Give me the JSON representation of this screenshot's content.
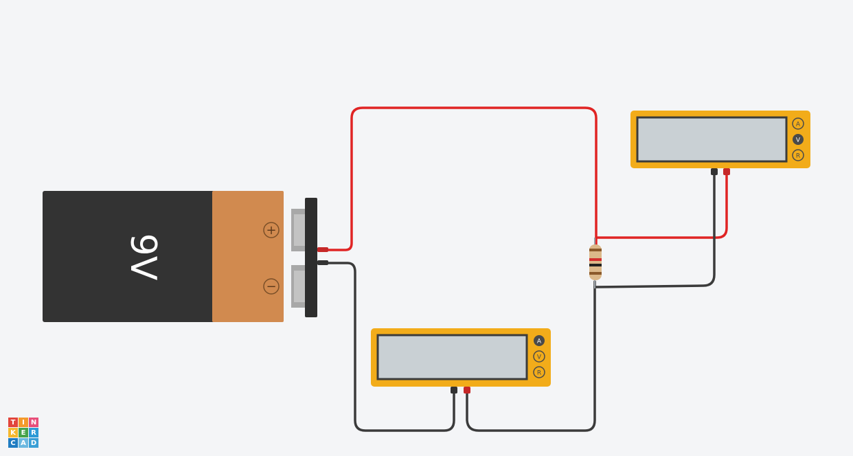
{
  "app": {
    "logo_letters": [
      "T",
      "I",
      "N",
      "K",
      "E",
      "R",
      "C",
      "A",
      "D"
    ]
  },
  "battery": {
    "label": "9V",
    "plus_symbol": "+",
    "minus_symbol": "−"
  },
  "multimeters": [
    {
      "id": "top-right",
      "mode_buttons": [
        "A",
        "V",
        "R"
      ],
      "active_mode": "V"
    },
    {
      "id": "bottom",
      "mode_buttons": [
        "A",
        "V",
        "R"
      ],
      "active_mode": "A"
    }
  ],
  "colors": {
    "background": "#f4f5f7",
    "wire_red": "#e02424",
    "wire_black": "#3b3b3b",
    "battery_body": "#333333",
    "battery_cap": "#d18a4f",
    "multimeter_body": "#f2ac1a",
    "multimeter_screen": "#c9d0d4",
    "resistor_body": "#dcb98a"
  }
}
